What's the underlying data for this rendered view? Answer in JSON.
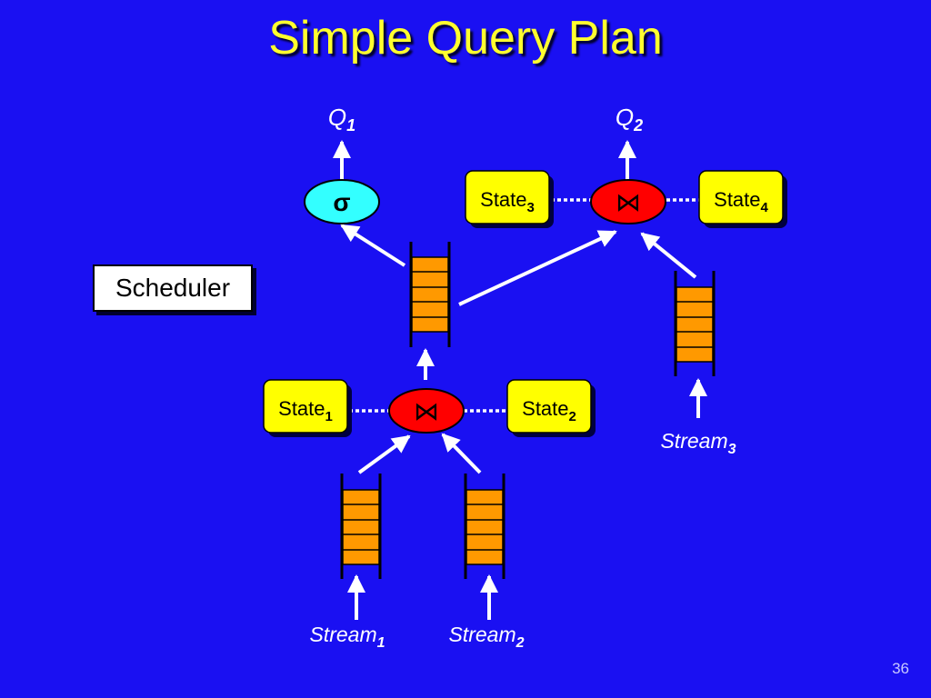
{
  "title": "Simple Query Plan",
  "page_number": "36",
  "scheduler_label": "Scheduler",
  "queries": {
    "q1": {
      "base": "Q",
      "sub": "1"
    },
    "q2": {
      "base": "Q",
      "sub": "2"
    }
  },
  "operators": {
    "select_symbol": "σ",
    "join_symbol": "⋈"
  },
  "states": {
    "state1": {
      "base": "State",
      "sub": "1"
    },
    "state2": {
      "base": "State",
      "sub": "2"
    },
    "state3": {
      "base": "State",
      "sub": "3"
    },
    "state4": {
      "base": "State",
      "sub": "4"
    }
  },
  "streams": {
    "stream1": {
      "base": "Stream",
      "sub": "1"
    },
    "stream2": {
      "base": "Stream",
      "sub": "2"
    },
    "stream3": {
      "base": "Stream",
      "sub": "3"
    }
  },
  "colors": {
    "background": "#1a10f2",
    "title": "#ffff2e",
    "state_box": "#ffff00",
    "join_operator": "#ff0000",
    "select_operator": "#33ffff",
    "queue_cell": "#ff9900",
    "arrow": "#ffffff"
  }
}
